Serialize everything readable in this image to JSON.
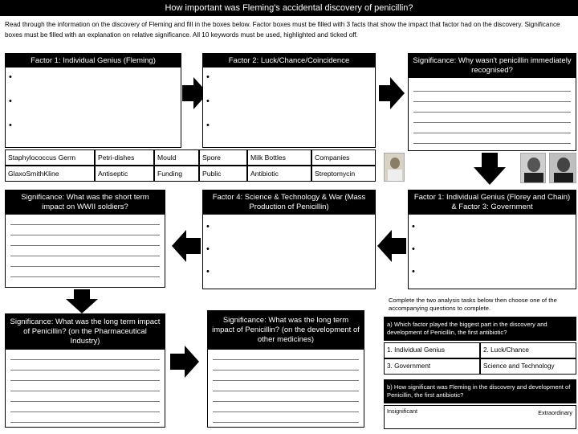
{
  "banner": "How important was Fleming's accidental discovery of penicillin?",
  "instructions": "Read through the information on the discovery of Fleming and fill in the boxes below. Factor boxes must be filled with 3 facts that show the impact that factor had on the discovery. Significance boxes must be filled with an explanation on relative significance. All 10 keywords must be used, highlighted and ticked off.",
  "bullet": "•",
  "factor1": {
    "title": "Factor 1: Individual Genius (Fleming)"
  },
  "factor2": {
    "title": "Factor 2: Luck/Chance/Coincidence"
  },
  "sig_not_recognised": {
    "title": "Significance: Why wasn't penicillin immediately recognised?"
  },
  "keywords_row1": [
    "Staphylococcus Germ",
    "Petri-dishes",
    "Mould",
    "Spore",
    "Milk Bottles",
    "Companies"
  ],
  "keywords_row2": [
    "GlaxoSmithKline",
    "Antiseptic",
    "Funding",
    "Public",
    "Antibiotic",
    "Streptomycin"
  ],
  "sig_short_term": {
    "title": "Significance: What was the short term impact on WWII soldiers?"
  },
  "factor4": {
    "title": "Factor 4: Science & Technology & War (Mass Production of Penicillin)"
  },
  "factor1_3": {
    "title": "Factor 1: Individual Genius (Florey and Chain) & Factor 3: Government"
  },
  "sig_long_pharma": {
    "title": "Significance: What was the long term impact of Penicillin? (on the Pharmaceutical Industry)"
  },
  "sig_long_medicines": {
    "title": "Significance: What was the long term impact of Penicillin? (on the development of other medicines)"
  },
  "analysis": {
    "intro": "Complete the two analysis tasks below then choose one of the accompanying questions to complete.",
    "task_a": "a) Which factor played the biggest part in the discovery and development of Penicillin, the first antibiotic?",
    "options": [
      "1. Individual Genius",
      "2. Luck/Chance",
      "3. Government",
      "Science and Technology"
    ],
    "task_b": "b) How significant was Fleming in the discovery and development of Penicillin, the first antibiotic?",
    "scale_left": "Insignificant",
    "scale_right": "Extraordinary"
  },
  "colors": {
    "header_bg": "#000000",
    "arrow": "#000000",
    "line": "#777777"
  }
}
